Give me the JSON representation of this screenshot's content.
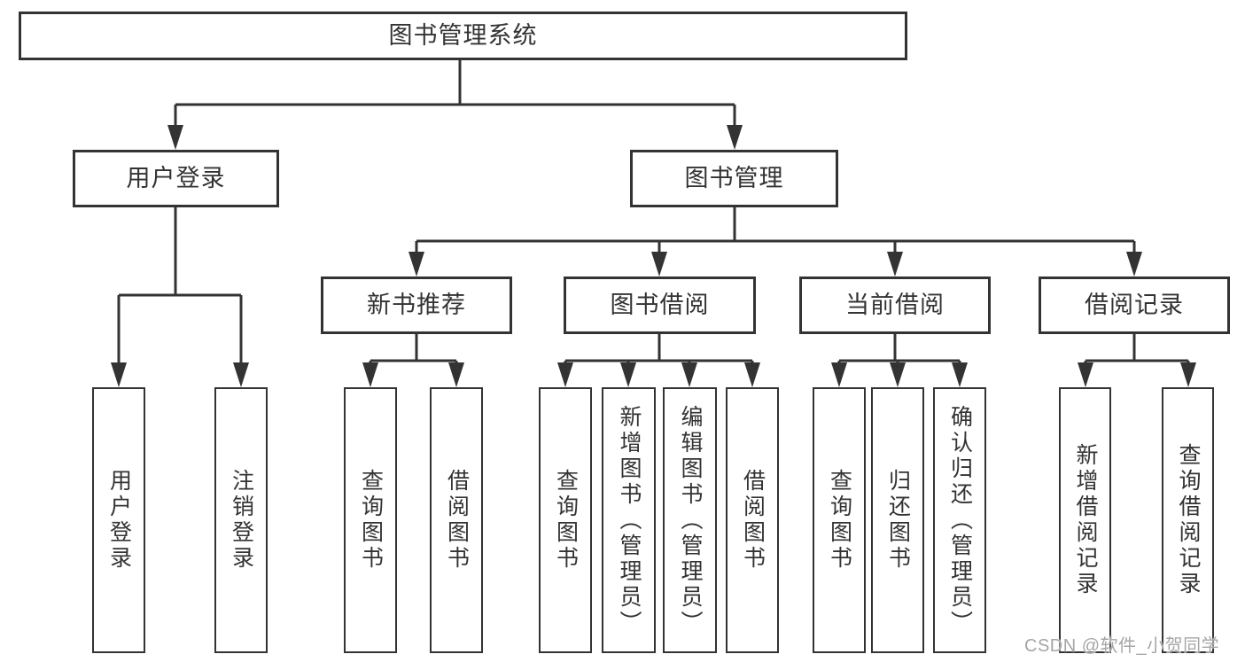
{
  "diagram": {
    "type": "hierarchy-tree",
    "colors": {
      "line": "#333333",
      "text": "#333333",
      "background": "#ffffff",
      "watermark_text": "#a6a6a6"
    }
  },
  "tree": {
    "label": "图书管理系统",
    "children": [
      {
        "label": "用户登录",
        "children": [
          {
            "label": "用户登录"
          },
          {
            "label": "注销登录"
          }
        ]
      },
      {
        "label": "图书管理",
        "children": [
          {
            "label": "新书推荐",
            "children": [
              {
                "label": "查询图书"
              },
              {
                "label": "借阅图书"
              }
            ]
          },
          {
            "label": "图书借阅",
            "children": [
              {
                "label": "查询图书"
              },
              {
                "label": "新增图书（管理员）"
              },
              {
                "label": "编辑图书（管理员）"
              },
              {
                "label": "借阅图书"
              }
            ]
          },
          {
            "label": "当前借阅",
            "children": [
              {
                "label": "查询图书"
              },
              {
                "label": "归还图书"
              },
              {
                "label": "确认归还（管理员）"
              }
            ]
          },
          {
            "label": "借阅记录",
            "children": [
              {
                "label": "新增借阅记录"
              },
              {
                "label": "查询借阅记录"
              }
            ]
          }
        ]
      }
    ]
  },
  "watermark": "CSDN @软件_小贺同学"
}
